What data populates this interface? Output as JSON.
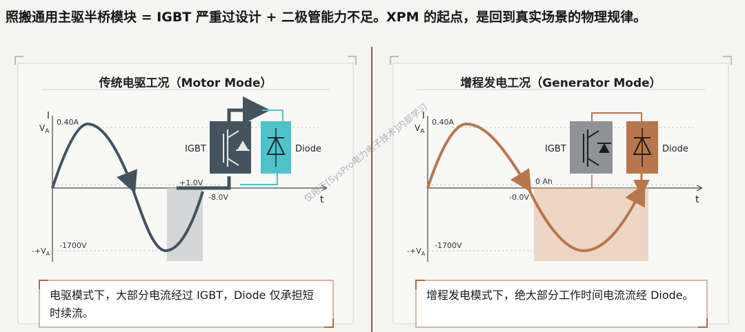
{
  "headline": "照搬通用主驱半桥模块 = IGBT 严重过设计 + 二极管能力不足。XPM 的起点，是回到真实场景的物理规律。",
  "watermark": "仅用于[SysPro电力电子技术]内部学习",
  "colors": {
    "accent_left": "#44535e",
    "accent_diode_left": "#4ec3cc",
    "accent_right": "#b9764c",
    "igbt_gray": "#8f9396",
    "divider": "#8a5a3e"
  },
  "left_panel": {
    "title": "传统电驱工况（Motor Mode）",
    "axis_i": "I",
    "axis_va": "V",
    "axis_va_sub": "A",
    "axis_neg_va": "-+V",
    "axis_neg_va_sub": "A",
    "axis_t": "t",
    "label_peak_current": "0.40A",
    "label_neg_peak": "-1700V",
    "label_vce": "+1.0V",
    "label_vf": "-8.0V",
    "igbt_label": "IGBT",
    "diode_label": "Diode",
    "caption": "电驱模式下，大部分电流经过 IGBT，Diode 仅承担短时续流。"
  },
  "right_panel": {
    "title": "增程发电工况（Generator Mode）",
    "axis_i": "I",
    "axis_va": "V",
    "axis_va_sub": "A",
    "axis_neg_va": "-+V",
    "axis_neg_va_sub": "A",
    "axis_t": "t",
    "label_peak_current": "0.40A",
    "label_neg_peak": "-1700V",
    "label_vce": "0 Ah",
    "label_vf": "-0.0V",
    "igbt_label": "IGBT",
    "diode_label": "Diode",
    "caption": "增程发电模式下，绝大部分工作时间电流流经 Diode。"
  }
}
